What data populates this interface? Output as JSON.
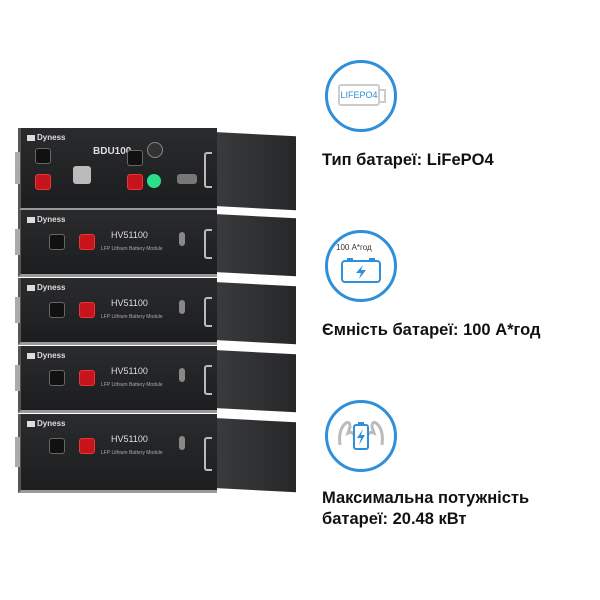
{
  "product": {
    "controller": {
      "brand": "Dyness",
      "model": "BDU100"
    },
    "modules": [
      {
        "brand": "Dyness",
        "model": "HV51100",
        "subtitle": "LFP Lithium Battery Module"
      },
      {
        "brand": "Dyness",
        "model": "HV51100",
        "subtitle": "LFP Lithium Battery Module"
      },
      {
        "brand": "Dyness",
        "model": "HV51100",
        "subtitle": "LFP Lithium Battery Module"
      },
      {
        "brand": "Dyness",
        "model": "HV51100",
        "subtitle": "LFP Lithium Battery Module"
      }
    ]
  },
  "features": [
    {
      "icon": "battery-lifepo4-icon",
      "icon_text": "LIFEPO4",
      "label": "Тип батареї: LiFePO4"
    },
    {
      "icon": "car-battery-icon",
      "icon_text": "100 А*год",
      "label": "Ємність батареї: 100 А*год"
    },
    {
      "icon": "strong-battery-icon",
      "label_line1": "Максимальна потужність",
      "label_line2": "батареї: 20.48 кВт"
    }
  ],
  "colors": {
    "accent": "#2f8fd8"
  }
}
